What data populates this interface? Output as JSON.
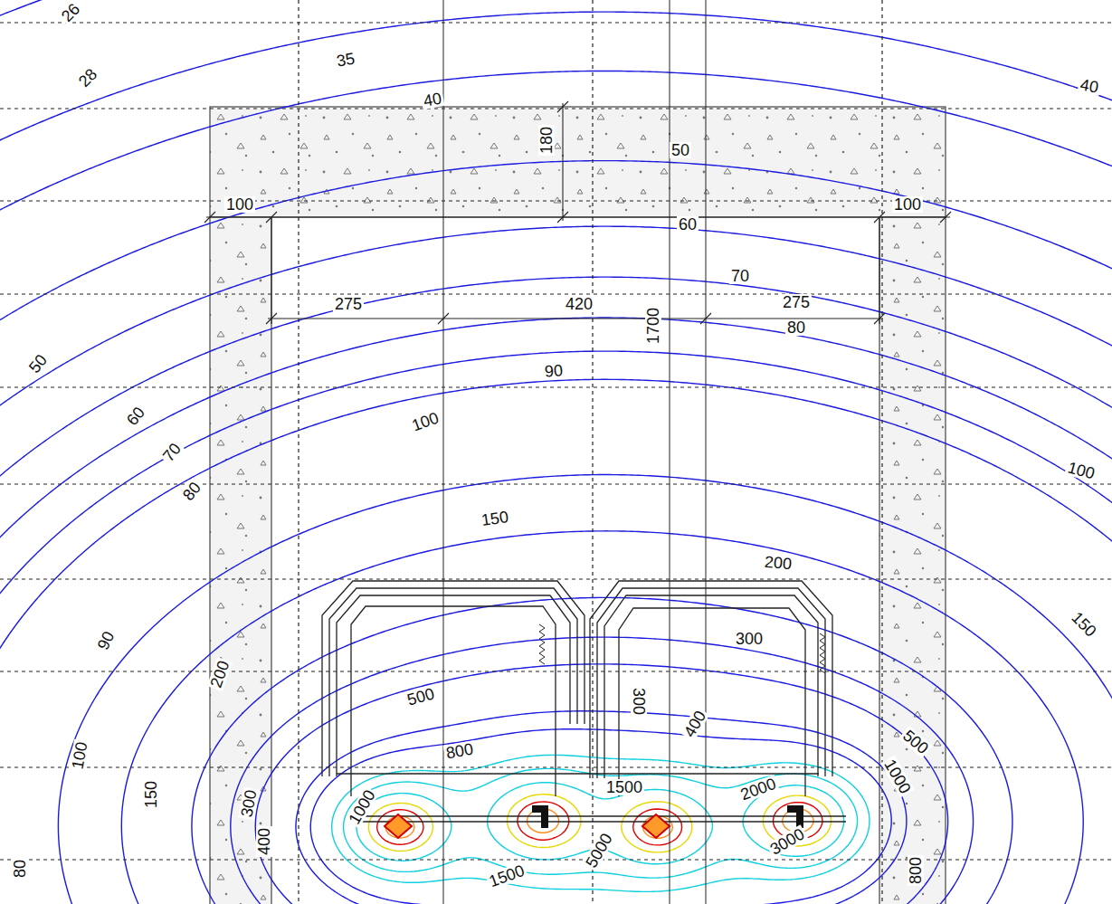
{
  "diagram": {
    "labels": [
      "26",
      "28",
      "35",
      "40",
      "40",
      "50",
      "180",
      "100",
      "100",
      "60",
      "70",
      "275",
      "420",
      "1700",
      "275",
      "80",
      "50",
      "90",
      "60",
      "100",
      "70",
      "100",
      "80",
      "150",
      "200",
      "150",
      "90",
      "300",
      "200",
      "500",
      "300",
      "400",
      "500",
      "100",
      "800",
      "1000",
      "1500",
      "2000",
      "150",
      "300",
      "400",
      "1000",
      "3000",
      "5000",
      "80",
      "800",
      "1500"
    ]
  }
}
